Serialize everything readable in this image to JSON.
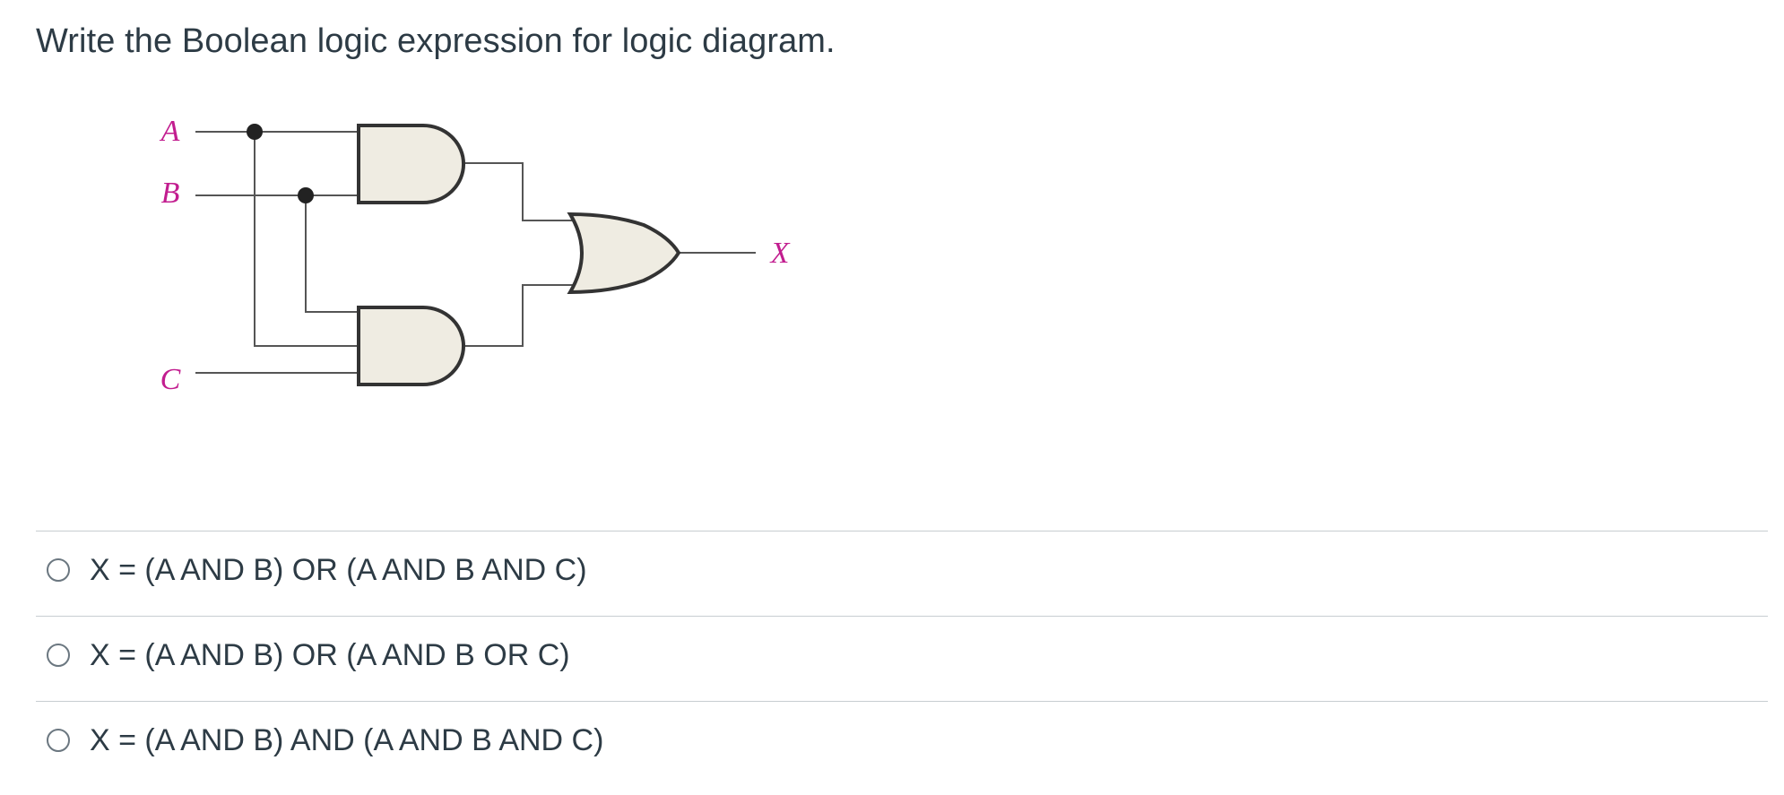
{
  "question": {
    "text": "Write the Boolean logic expression for logic diagram."
  },
  "diagram": {
    "inputs": {
      "a": "A",
      "b": "B",
      "c": "C"
    },
    "output": "X",
    "label_color": "#c21d8f",
    "gate_fill": "#efece2"
  },
  "answers": [
    {
      "label": "X = (A AND B) OR (A AND B AND C)"
    },
    {
      "label": "X = (A AND B) OR (A AND B OR C)"
    },
    {
      "label": "X = (A AND B) AND (A AND B AND C)"
    }
  ]
}
